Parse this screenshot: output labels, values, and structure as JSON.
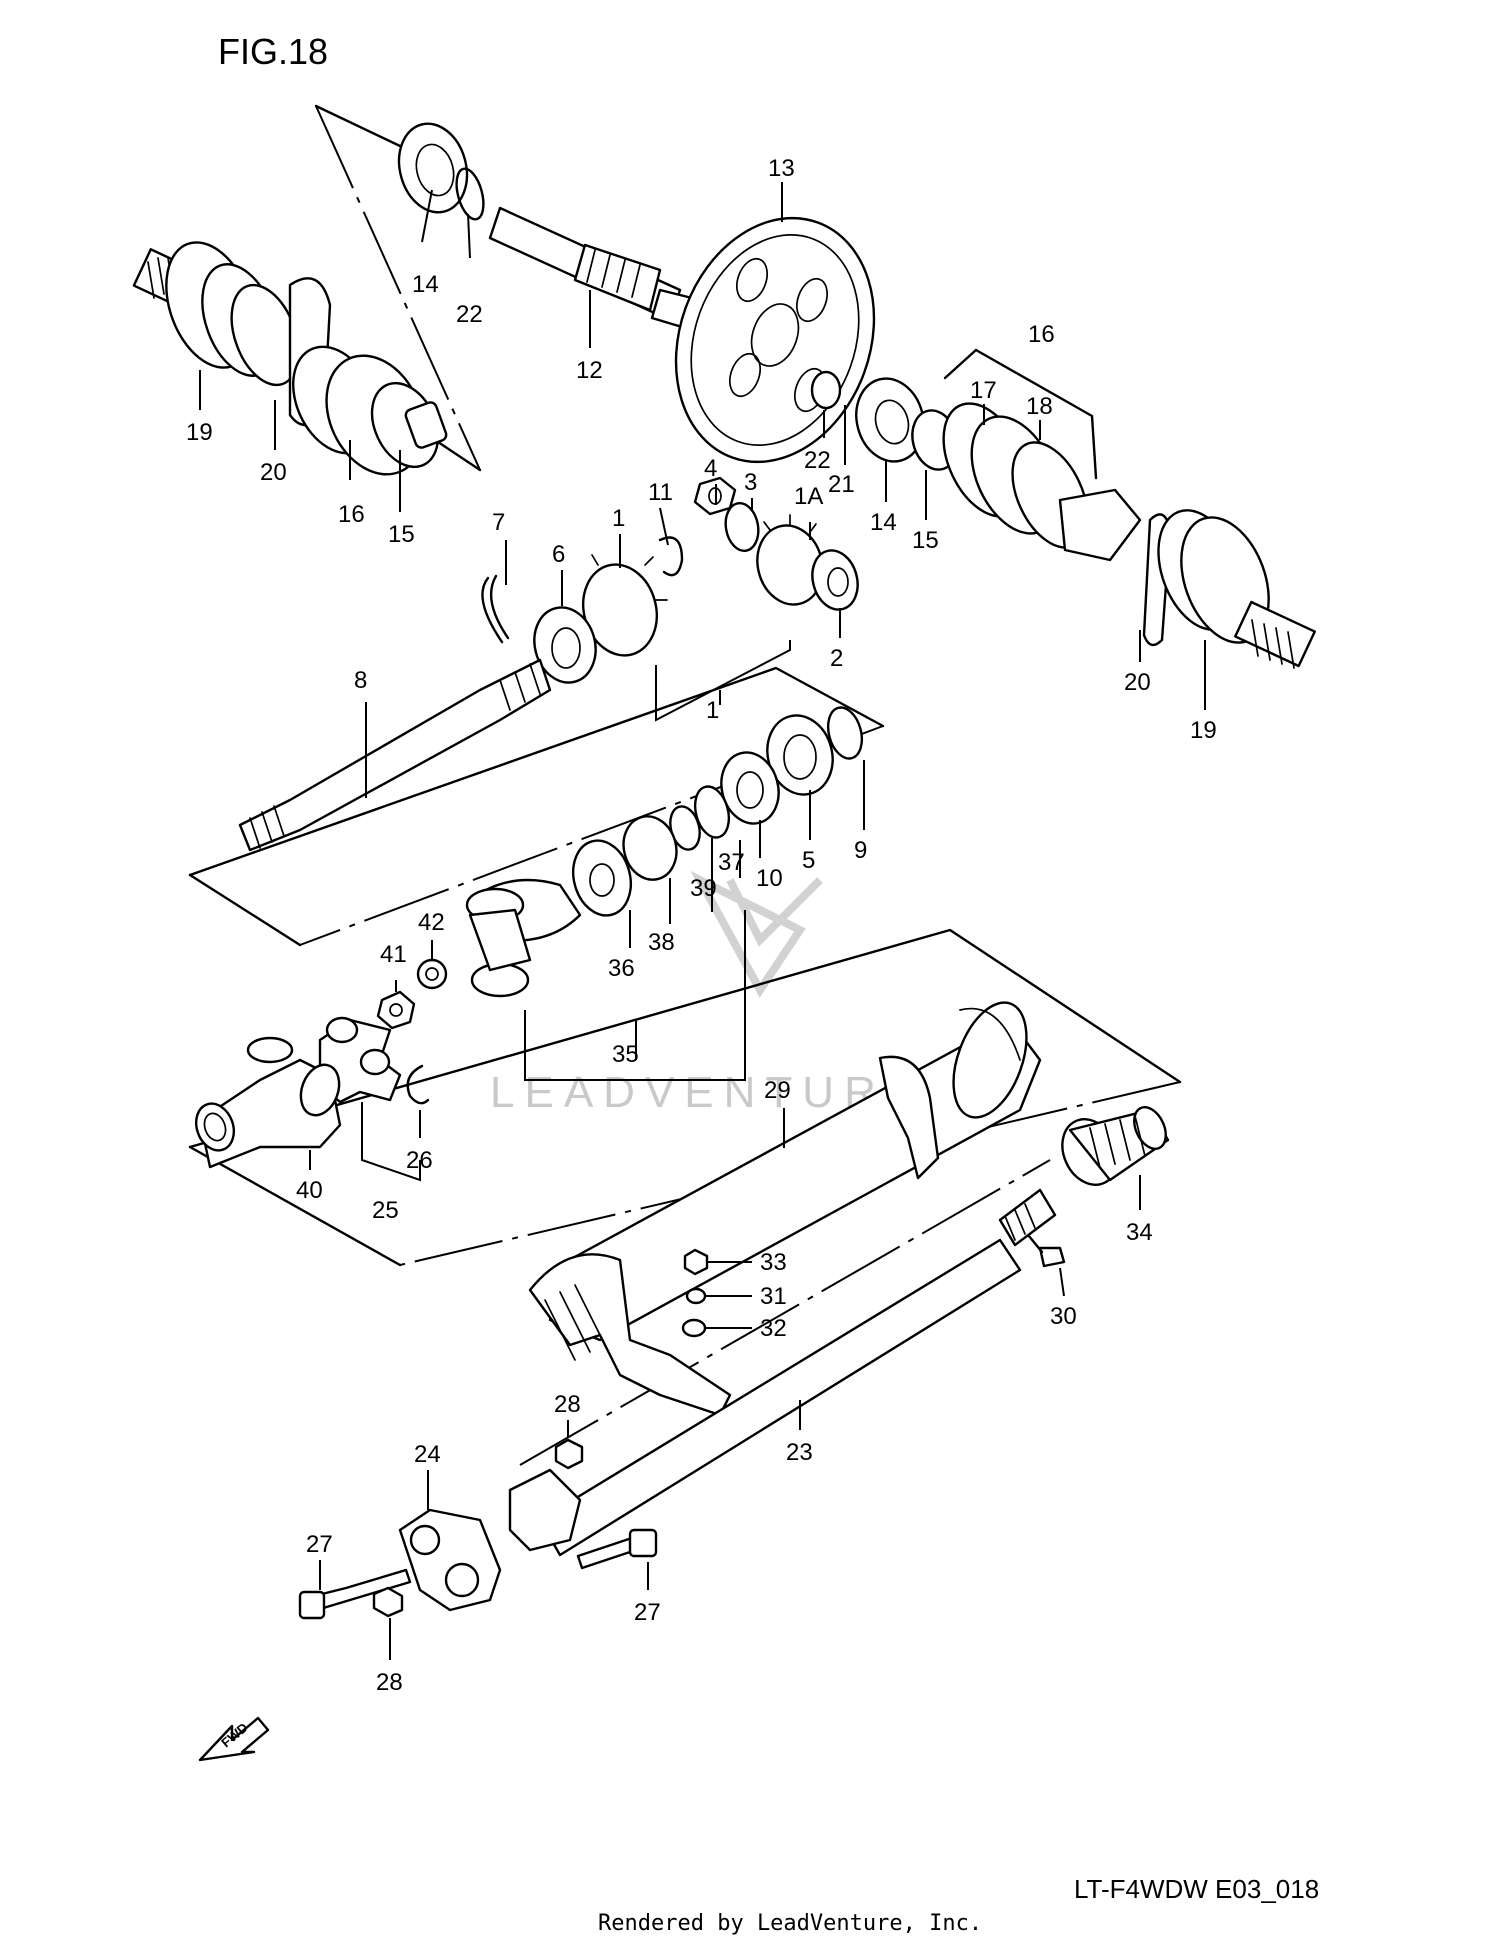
{
  "figure": {
    "title": "FIG.18",
    "model_code": "LT-F4WDW E03_018",
    "credit": "Rendered by LeadVenture, Inc.",
    "watermark": "LEADVENTURE",
    "direction_label": "FWD"
  },
  "callouts": [
    {
      "id": "c14a",
      "label": "14"
    },
    {
      "id": "c22a",
      "label": "22"
    },
    {
      "id": "c12",
      "label": "12"
    },
    {
      "id": "c13",
      "label": "13"
    },
    {
      "id": "c19a",
      "label": "19"
    },
    {
      "id": "c20a",
      "label": "20"
    },
    {
      "id": "c16a",
      "label": "16"
    },
    {
      "id": "c15a",
      "label": "15"
    },
    {
      "id": "c16b",
      "label": "16"
    },
    {
      "id": "c17",
      "label": "17"
    },
    {
      "id": "c18",
      "label": "18"
    },
    {
      "id": "c22b",
      "label": "22"
    },
    {
      "id": "c21",
      "label": "21"
    },
    {
      "id": "c14b",
      "label": "14"
    },
    {
      "id": "c15b",
      "label": "15"
    },
    {
      "id": "c20b",
      "label": "20"
    },
    {
      "id": "c19b",
      "label": "19"
    },
    {
      "id": "c4",
      "label": "4"
    },
    {
      "id": "c3",
      "label": "3"
    },
    {
      "id": "c11",
      "label": "11"
    },
    {
      "id": "c1a",
      "label": "1"
    },
    {
      "id": "c1A",
      "label": "1A"
    },
    {
      "id": "c7",
      "label": "7"
    },
    {
      "id": "c6",
      "label": "6"
    },
    {
      "id": "c2",
      "label": "2"
    },
    {
      "id": "c8",
      "label": "8"
    },
    {
      "id": "c1b",
      "label": "1"
    },
    {
      "id": "c9",
      "label": "9"
    },
    {
      "id": "c5",
      "label": "5"
    },
    {
      "id": "c10",
      "label": "10"
    },
    {
      "id": "c37",
      "label": "37"
    },
    {
      "id": "c39",
      "label": "39"
    },
    {
      "id": "c38",
      "label": "38"
    },
    {
      "id": "c36",
      "label": "36"
    },
    {
      "id": "c42",
      "label": "42"
    },
    {
      "id": "c41",
      "label": "41"
    },
    {
      "id": "c35",
      "label": "35"
    },
    {
      "id": "c29",
      "label": "29"
    },
    {
      "id": "c26",
      "label": "26"
    },
    {
      "id": "c40",
      "label": "40"
    },
    {
      "id": "c25",
      "label": "25"
    },
    {
      "id": "c34",
      "label": "34"
    },
    {
      "id": "c33",
      "label": "33"
    },
    {
      "id": "c31",
      "label": "31"
    },
    {
      "id": "c32",
      "label": "32"
    },
    {
      "id": "c30",
      "label": "30"
    },
    {
      "id": "c28a",
      "label": "28"
    },
    {
      "id": "c23",
      "label": "23"
    },
    {
      "id": "c24",
      "label": "24"
    },
    {
      "id": "c27a",
      "label": "27"
    },
    {
      "id": "c27b",
      "label": "27"
    },
    {
      "id": "c28b",
      "label": "28"
    }
  ]
}
